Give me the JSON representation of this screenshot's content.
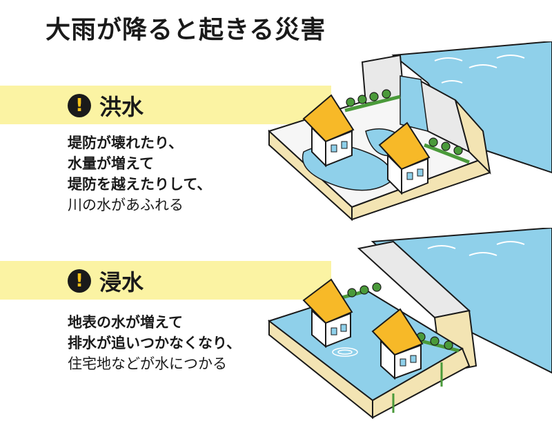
{
  "title": "大雨が降ると起きる災害",
  "sections": [
    {
      "heading": "洪水",
      "lines_bold": [
        "堤防が壊れたり、",
        "水量が増えて",
        "堤防を越えたりして、"
      ],
      "line_normal": "川の水があふれる"
    },
    {
      "heading": "浸水",
      "lines_bold": [
        "地表の水が増えて",
        "排水が追いつかなくなり、"
      ],
      "line_normal": "住宅地などが水につかる"
    }
  ],
  "colors": {
    "band": "#fbf3a3",
    "water": "#8fd0ea",
    "ground": "#f3e4b3",
    "roof": "#f7b928",
    "levee": "#e9e9e9",
    "grass": "#4a9a3a"
  }
}
